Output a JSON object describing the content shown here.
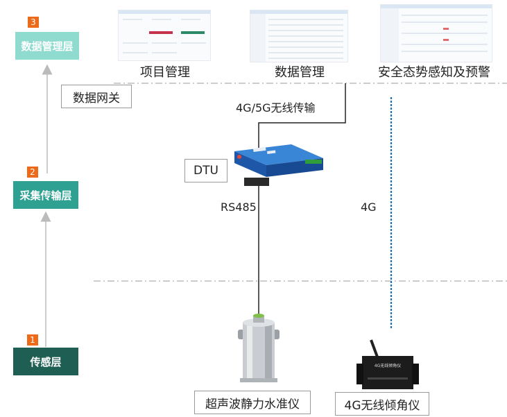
{
  "layers": [
    {
      "num": "3",
      "label": "数据管理层",
      "color": "#8fdbd0"
    },
    {
      "num": "2",
      "label": "采集传输层",
      "color": "#2fa193"
    },
    {
      "num": "1",
      "label": "传感层",
      "color": "#1f5f53"
    }
  ],
  "gateway_label": "数据网关",
  "platform": [
    "项目管理",
    "数据管理",
    "安全态势感知及预警"
  ],
  "wireless_label": "4G/5G无线传输",
  "dtu_label": "DTU",
  "rs485_label": "RS485",
  "g4_label": "4G",
  "devices": [
    "超声波静力水准仪",
    "4G无线倾角仪"
  ],
  "tilt_device_text": "4G无线倾角仪",
  "colors": {
    "accent_orange": "#ee6a1b",
    "dtu_blue": "#1f5fb8",
    "link_blue": "#1f6fb5"
  }
}
